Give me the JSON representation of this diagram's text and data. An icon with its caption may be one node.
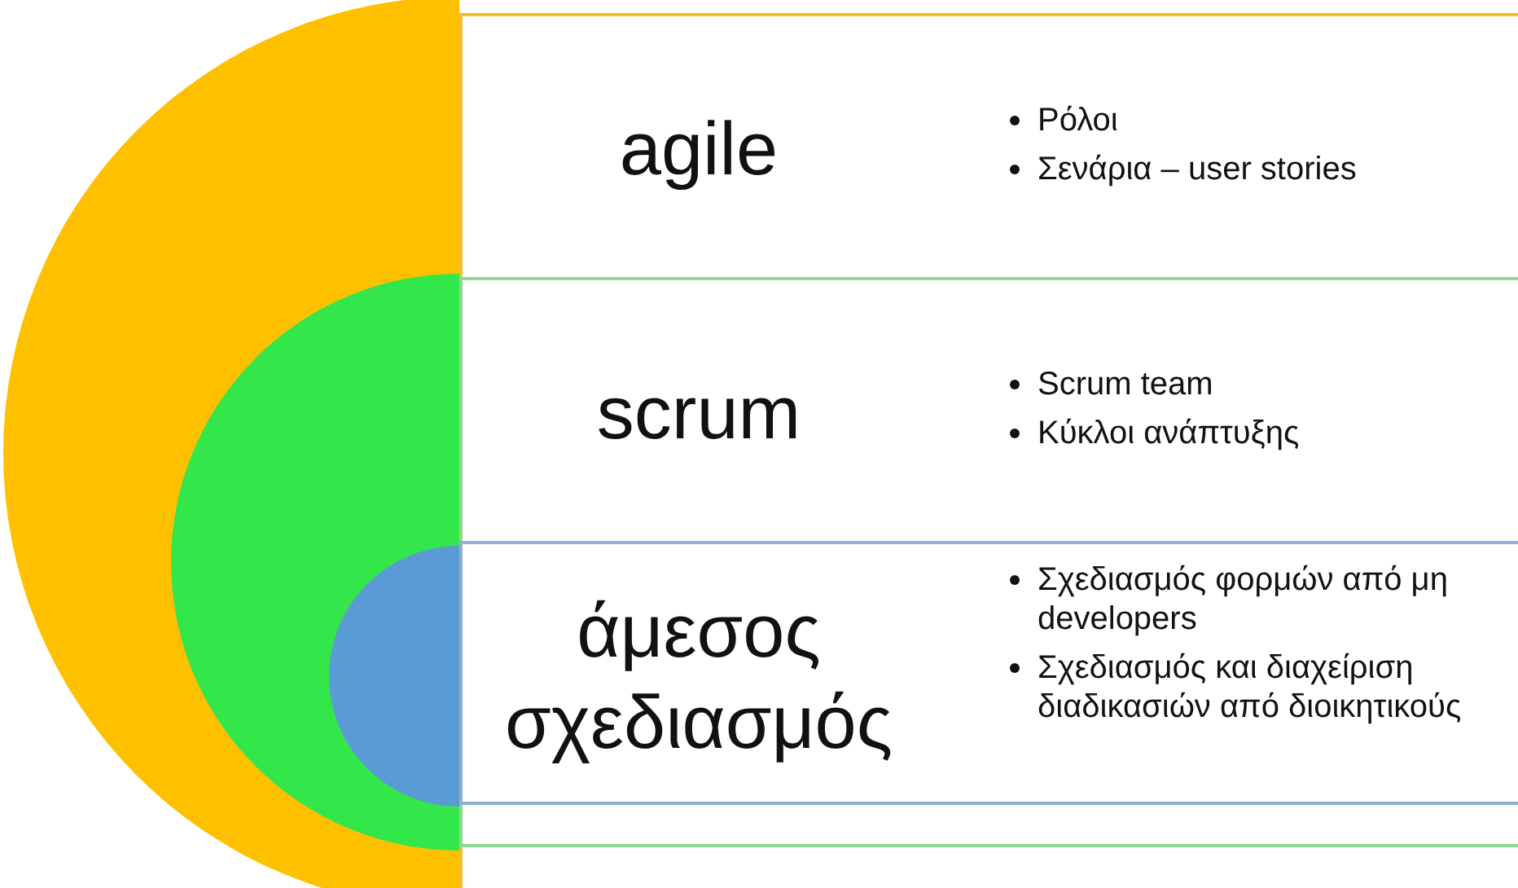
{
  "diagram": {
    "nodes": [
      {
        "text": [
          "agile",
          "Ρόλοι",
          "Σενάρια – user stories"
        ]
      },
      {
        "text": [
          "scrum",
          "Scrum team",
          "Κύκλοι ανάπτυξης"
        ],
        "in": 0
      },
      {
        "text": [
          "άμεσος σχεδιασμός",
          "Σχεδιασμός φορμών από μη developers",
          "Σχεδιασμός και διαχείριση διαδικασιών από διοικητικούς"
        ],
        "in": 1
      }
    ]
  }
}
